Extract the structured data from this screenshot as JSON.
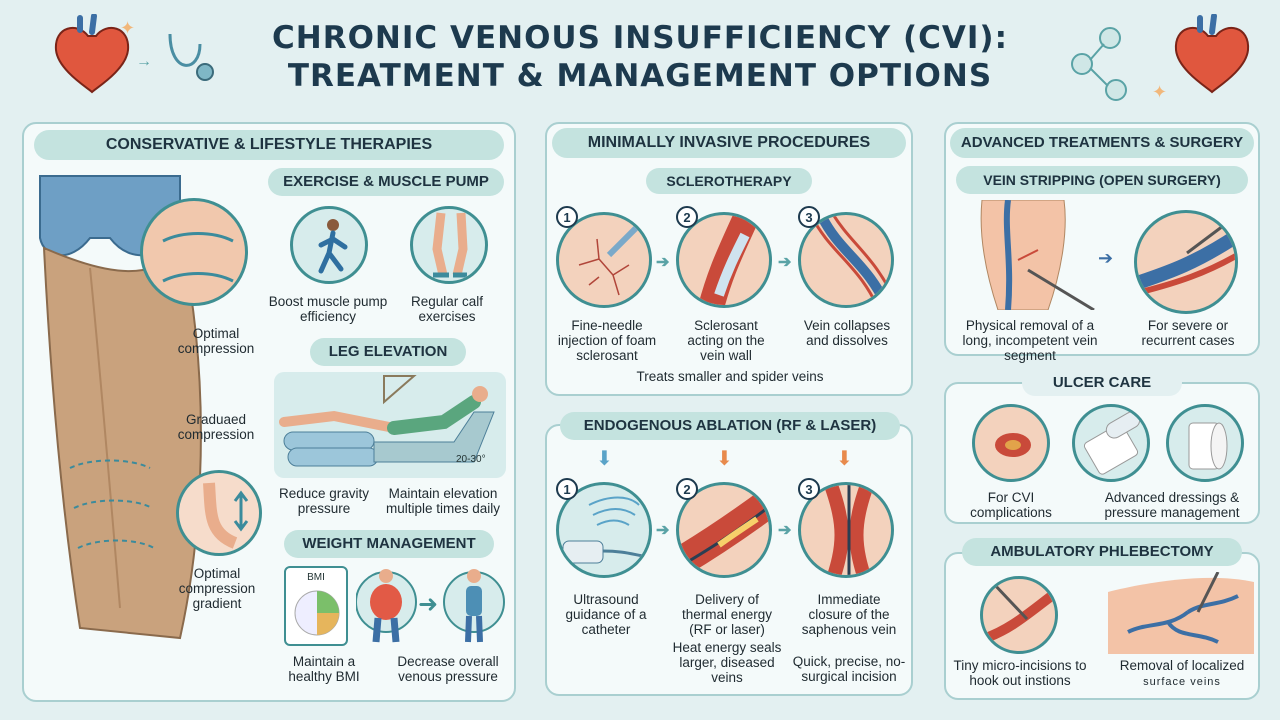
{
  "title": {
    "line1": "CHRONIC VENOUS INSUFFICIENCY (CVI):",
    "line2": "TREATMENT & MANAGEMENT OPTIONS"
  },
  "conservative": {
    "header": "CONSERVATIVE & LIFESTYLE THERAPIES",
    "leg_labels": {
      "optimal": "Optimal compression",
      "graduated": "Graduaed compression",
      "gradient": "Optimal compression gradient"
    },
    "exercise": {
      "header": "EXERCISE & MUSCLE PUMP",
      "cap1": "Boost muscle pump efficiency",
      "cap2": "Regular calf exercises"
    },
    "elevation": {
      "header": "LEG ELEVATION",
      "angle": "20-30°",
      "cap1": "Reduce gravity pressure",
      "cap2": "Maintain elevation multiple times daily"
    },
    "weight": {
      "header": "WEIGHT MANAGEMENT",
      "bmi": "BMI",
      "cap1": "Maintain a healthy BMI",
      "cap2": "Decrease overall venous pressure"
    }
  },
  "minimal": {
    "header": "MINIMALLY INVASIVE PROCEDURES",
    "sclero": {
      "header": "SCLEROTHERAPY",
      "n1": "1",
      "n2": "2",
      "n3": "3",
      "cap1": "Fine-needle injection of foam sclerosant",
      "cap2": "Sclerosant acting on the vein wall",
      "cap3": "Vein collapses and dissolves",
      "footer": "Treats smaller and spider veins"
    },
    "ablation": {
      "header": "ENDOGENOUS ABLATION (RF & LASER)",
      "n1": "1",
      "n2": "2",
      "n3": "3",
      "cap1": "Ultrasound guidance of a catheter",
      "cap2": "Delivery of thermal energy (RF or laser)",
      "cap3": "Immediate closure of the saphenous vein",
      "cap4": "Heat energy seals larger, diseased veins",
      "cap5": "Quick, precise, no-surgical incision"
    }
  },
  "advanced": {
    "header": "ADVANCED TREATMENTS & SURGERY",
    "stripping": {
      "header": "VEIN STRIPPING (OPEN SURGERY)",
      "cap1": "Physical removal of a long, incompetent vein segment",
      "cap2": "For severe or recurrent cases"
    },
    "ulcer": {
      "header": "ULCER CARE",
      "cap1": "For CVI complications",
      "cap2": "Advanced dressings & pressure management"
    },
    "phleb": {
      "header": "AMBULATORY PHLEBECTOMY",
      "cap1": "Tiny micro-incisions to hook out instions",
      "cap2": "Removal of localized",
      "cap3": "surface veins"
    }
  },
  "colors": {
    "teal": "#3f8f92",
    "navy": "#1d3a4e",
    "pill": "#c4e3df",
    "vein_red": "#c94a3a",
    "vein_blue": "#3c6fa5",
    "skin": "#f3c3a7",
    "stocking": "#c9a27d"
  }
}
